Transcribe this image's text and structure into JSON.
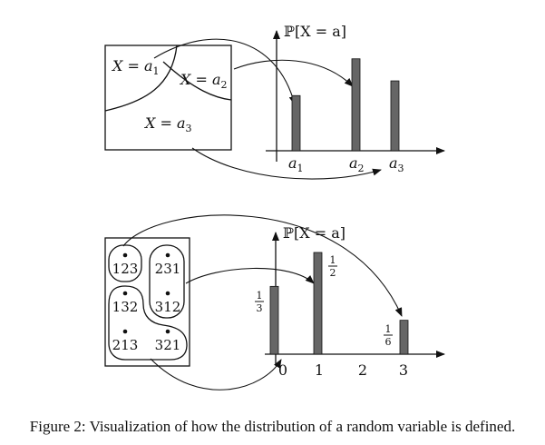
{
  "caption": "Figure 2: Visualization of how the distribution of a random variable is defined.",
  "top": {
    "axis_label": "ℙ[X = a]",
    "region_labels": [
      "X = a",
      "X = a",
      "X = a"
    ],
    "subscripts": [
      "1",
      "2",
      "3"
    ],
    "x_labels": [
      "a",
      "a",
      "a"
    ],
    "bar_levels": [
      0.45,
      0.75,
      0.57
    ]
  },
  "bottom": {
    "axis_label": "ℙ[X = a]",
    "permutations": [
      "123",
      "231",
      "132",
      "312",
      "213",
      "321"
    ],
    "x_ticks": [
      "0",
      "1",
      "2",
      "3"
    ],
    "prob_numerators": [
      "1",
      "1",
      "1"
    ],
    "prob_denominators": [
      "3",
      "2",
      "6"
    ],
    "bar_values": [
      0.3333,
      0.5,
      0.1667
    ]
  },
  "colors": {
    "bar": "#666666",
    "ink": "#111111"
  }
}
